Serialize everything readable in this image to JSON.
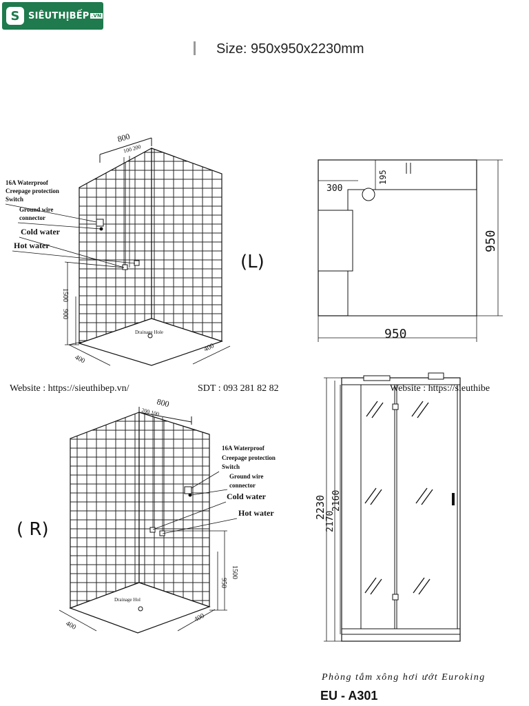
{
  "logo": {
    "mark": "S",
    "brand": "SIÊUTHỊBẾP",
    "suffix": ".VN"
  },
  "header": {
    "size_title": "Size: 950x950x2230mm"
  },
  "left_diagram": {
    "width_label": "800",
    "offsets": "100 200",
    "switch_label_1": "16A Waterproof",
    "switch_label_2": "Creepage protection",
    "switch_label_3": "Switch",
    "ground_label_1": "Ground wire",
    "ground_label_2": "connector",
    "cold_label": "Cold water",
    "hot_label": "Hot water",
    "height_1500": "1500",
    "height_900": "900",
    "drain_label": "Drainage Hole",
    "floor_left": "400",
    "floor_right": "400",
    "variant": "(L)"
  },
  "plan_view": {
    "dim_300": "300",
    "dim_195": "195",
    "depth": "950",
    "width": "950"
  },
  "contact": {
    "website": "Website : https://sieuthibep.vn/",
    "phone": "SDT : 093 281 82 82",
    "website_repeat": "Website : https://sieuthibe"
  },
  "right_diagram": {
    "width_label": "800",
    "offsets": "200 100",
    "switch_label_1": "16A Waterproof",
    "switch_label_2": "Creepage protection",
    "switch_label_3": "Switch",
    "ground_label_1": "Ground wire",
    "ground_label_2": "connector",
    "cold_label": "Cold water",
    "hot_label": "Hot water",
    "height_1500": "1500",
    "height_950": "950",
    "drain_label": "Drainage Hol",
    "floor_left": "400",
    "floor_right": "400",
    "variant": "( R)"
  },
  "elevation": {
    "h_2230": "2230",
    "h_2170": "2170",
    "h_2160": "2160"
  },
  "footer": {
    "product_name": "Phòng tắm xông hơi ướt Euroking",
    "model_code": "EU - A301"
  }
}
